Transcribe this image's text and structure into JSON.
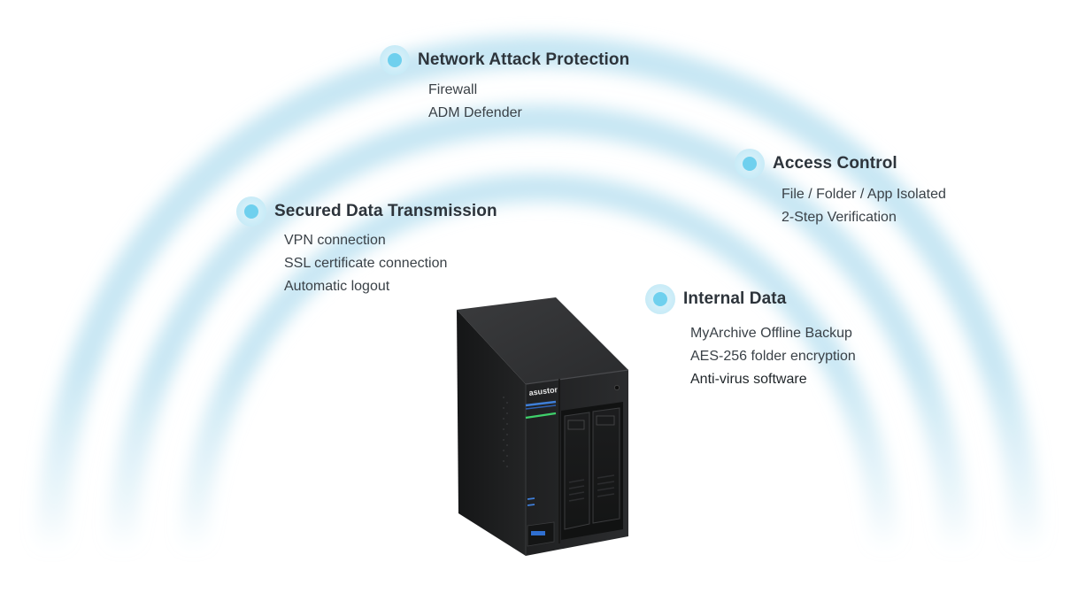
{
  "groups": [
    {
      "id": "network-attack-protection",
      "title": "Network Attack Protection",
      "items": [
        "Firewall",
        "ADM Defender"
      ]
    },
    {
      "id": "access-control",
      "title": "Access Control",
      "items": [
        "File / Folder / App Isolated",
        "2-Step Verification"
      ]
    },
    {
      "id": "secured-data-transmission",
      "title": "Secured Data Transmission",
      "items": [
        "VPN connection",
        "SSL certificate connection",
        "Automatic logout"
      ]
    },
    {
      "id": "internal-data",
      "title": "Internal Data",
      "items": [
        "MyArchive Offline Backup",
        "AES-256 folder encryption",
        "Anti-virus software"
      ]
    }
  ],
  "device": {
    "brand": "asustor"
  },
  "colors": {
    "ring": "#cfe9f4",
    "dot": "#6fd0ee",
    "dot_halo": "#d6f0f9",
    "device_body": "#242526"
  }
}
